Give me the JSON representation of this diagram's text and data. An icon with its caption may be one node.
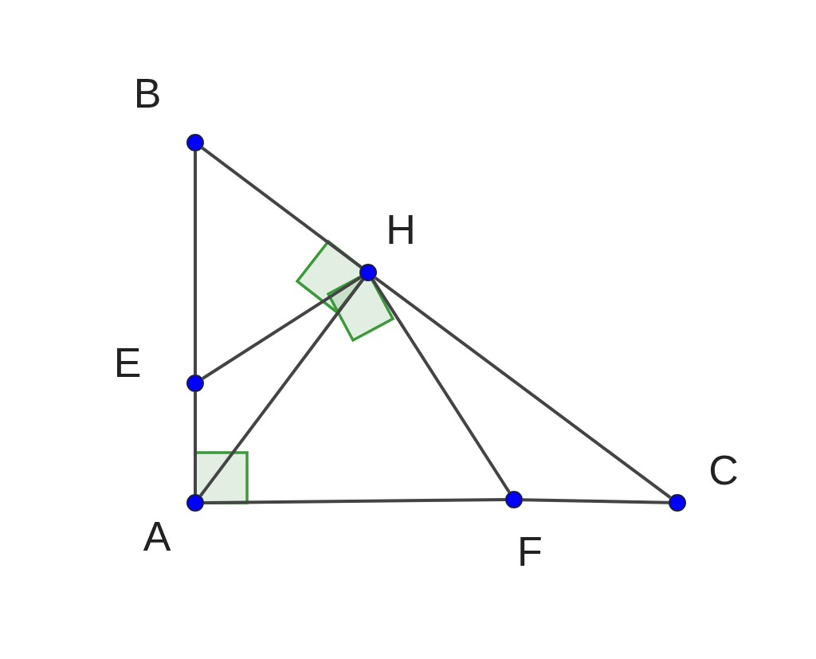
{
  "diagram": {
    "nodes": [
      {
        "text": [
          "B"
        ]
      },
      {
        "text": [
          "H"
        ]
      },
      {
        "text": [
          "E"
        ]
      },
      {
        "text": [
          "C"
        ]
      },
      {
        "text": [
          "A"
        ]
      },
      {
        "text": [
          "F"
        ]
      }
    ],
    "edges": [
      {
        "from": 0,
        "to": 2,
        "arrow": "none"
      },
      {
        "from": 2,
        "to": 4,
        "arrow": "none"
      },
      {
        "from": 0,
        "to": 1,
        "arrow": "none"
      },
      {
        "from": 1,
        "to": 3,
        "arrow": "none"
      },
      {
        "from": 2,
        "to": 1,
        "arrow": "none"
      },
      {
        "from": 4,
        "to": 1,
        "arrow": "none"
      },
      {
        "from": 1,
        "to": 5,
        "arrow": "none"
      },
      {
        "from": 4,
        "to": 5,
        "arrow": "none"
      },
      {
        "from": 5,
        "to": 3,
        "arrow": "none"
      }
    ]
  }
}
